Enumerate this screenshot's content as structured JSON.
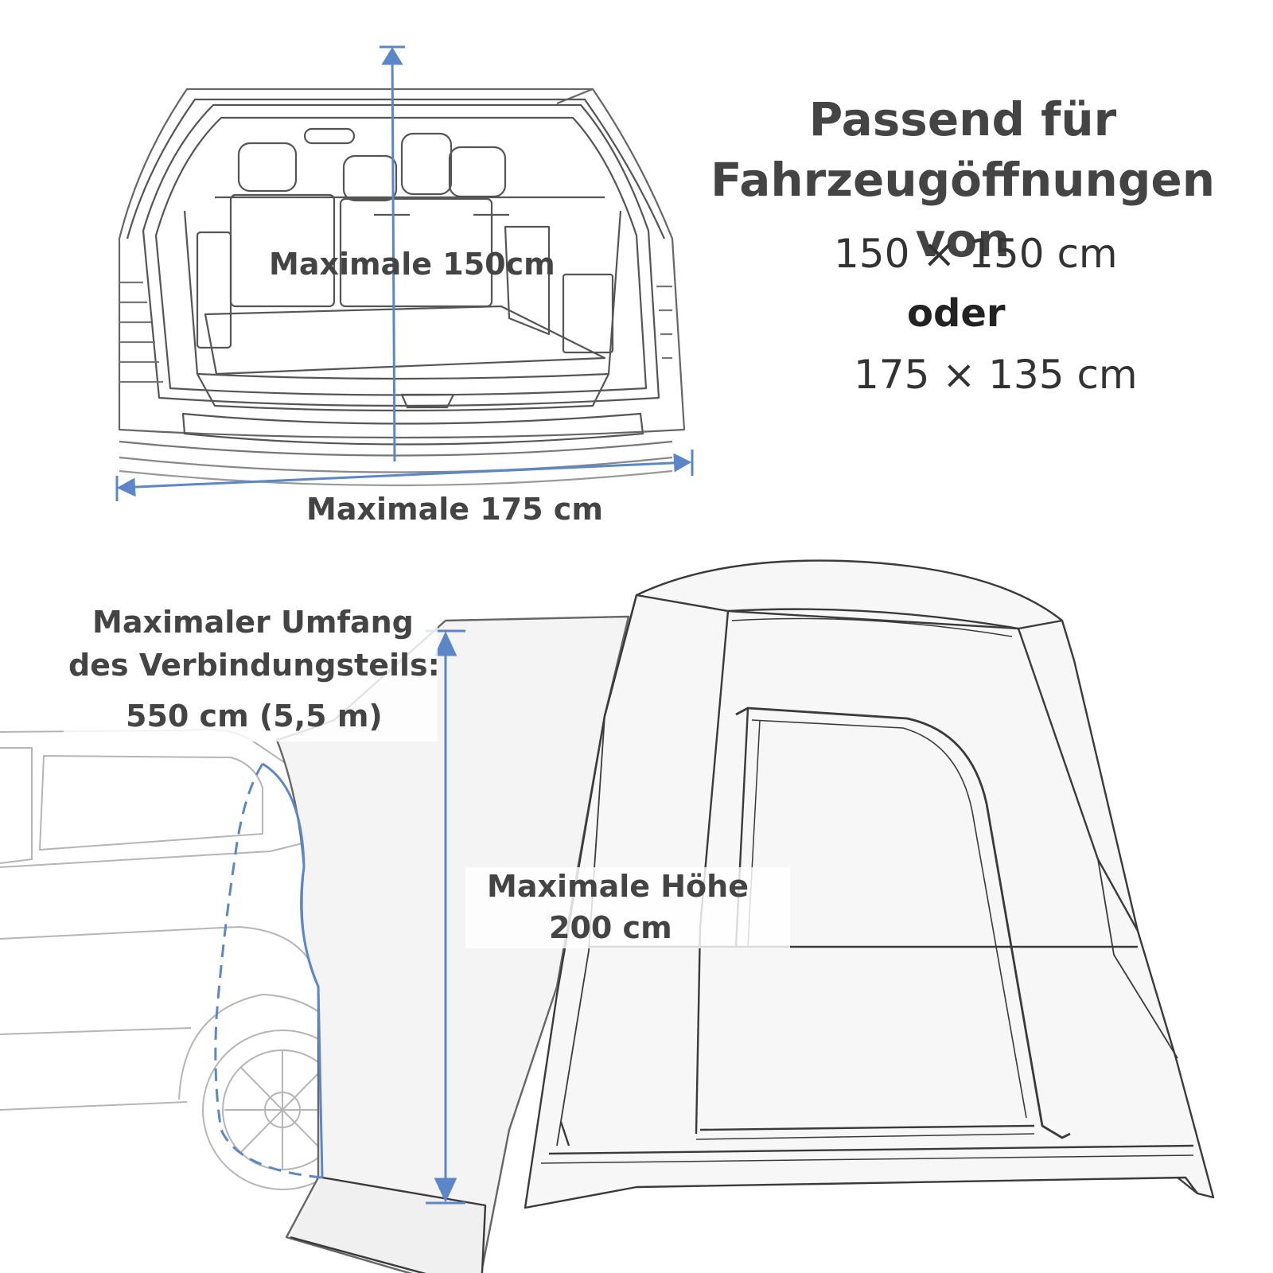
{
  "header": {
    "title_line1": "Passend für",
    "title_line2": "Fahrzeugöffnungen von",
    "size_option_1": "150 × 150 cm",
    "separator": "oder",
    "size_option_2": "175 × 135 cm"
  },
  "trunk_diagram": {
    "height_label": "Maximale 150cm",
    "width_label": "Maximale 175 cm"
  },
  "tent_diagram": {
    "perimeter_label": {
      "line1": "Maximaler Umfang",
      "line2": "des Verbindungsteils:",
      "line3": "550 cm (5,5 m)"
    },
    "height_label": {
      "line1": "Maximale Höhe",
      "line2": "200 cm"
    }
  },
  "colors": {
    "dimension_line": "#5b86c8",
    "line_art": "#555555",
    "label_text": "#444444"
  }
}
